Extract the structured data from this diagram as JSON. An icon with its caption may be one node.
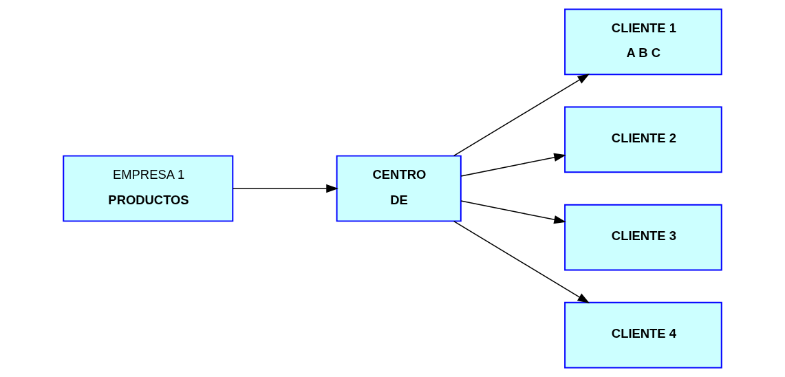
{
  "diagram": {
    "nodes": [
      {
        "text": [
          "EMPRESA 1",
          "PRODUCTOS"
        ]
      },
      {
        "text": [
          "CENTRO",
          "DE"
        ]
      },
      {
        "text": [
          "CLIENTE 1",
          "A B C"
        ]
      },
      {
        "text": [
          "CLIENTE 2"
        ]
      },
      {
        "text": [
          "CLIENTE 3"
        ]
      },
      {
        "text": [
          "CLIENTE 4"
        ]
      }
    ],
    "edges": [
      {
        "from": 0,
        "to": 1,
        "arrow": "to"
      },
      {
        "from": 1,
        "to": 2,
        "arrow": "to"
      },
      {
        "from": 1,
        "to": 3,
        "arrow": "to"
      },
      {
        "from": 1,
        "to": 4,
        "arrow": "to"
      },
      {
        "from": 1,
        "to": 5,
        "arrow": "to"
      }
    ]
  }
}
